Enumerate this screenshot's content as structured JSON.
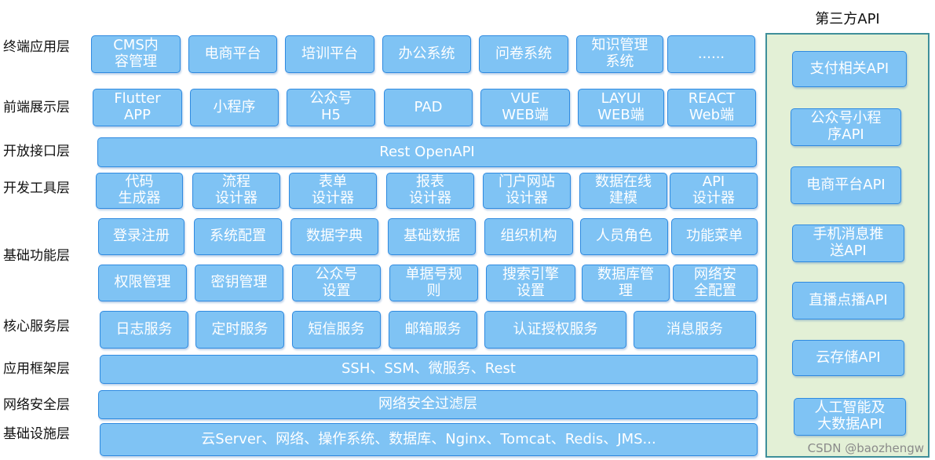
{
  "layers": [
    {
      "label": "终端应用层",
      "boxes": [
        "CMS内\n容管理",
        "电商平台",
        "培训平台",
        "办公系统",
        "问卷系统",
        "知识管理\n系统",
        "......"
      ]
    },
    {
      "label": "前端展示层",
      "boxes": [
        "Flutter\nAPP",
        "小程序",
        "公众号\nH5",
        "PAD",
        "VUE\nWEB端",
        "LAYUI\nWEB端",
        "REACT\nWeb端"
      ]
    },
    {
      "label": "开放接口层",
      "boxes": [
        "Rest OpenAPI"
      ]
    },
    {
      "label": "开发工具层",
      "boxes": [
        "代码\n生成器",
        "流程\n设计器",
        "表单\n设计器",
        "报表\n设计器",
        "门户网站\n设计器",
        "数据在线\n建模",
        "API\n设计器"
      ]
    },
    {
      "label": "基础功能层",
      "rows": [
        [
          "登录注册",
          "系统配置",
          "数据字典",
          "基础数据",
          "组织机构",
          "人员角色",
          "功能菜单"
        ],
        [
          "权限管理",
          "密钥管理",
          "公众号\n设置",
          "单据号规\n则",
          "搜索引擎\n设置",
          "数据库管\n理",
          "网络安\n全配置"
        ]
      ]
    },
    {
      "label": "核心服务层",
      "boxes": [
        "日志服务",
        "定时服务",
        "短信服务",
        "邮箱服务",
        "认证授权服务",
        "消息服务"
      ]
    },
    {
      "label": "应用框架层",
      "boxes": [
        "SSH、SSM、微服务、Rest"
      ]
    },
    {
      "label": "网络安全层",
      "boxes": [
        "网络安全过滤层"
      ]
    },
    {
      "label": "基础设施层",
      "boxes": [
        "云Server、网络、操作系统、数据库、Nginx、Tomcat、Redis、JMS..."
      ]
    }
  ],
  "third_party": {
    "title": "第三方API",
    "items": [
      "支付相关API",
      "公众号小程\n序API",
      "电商平台API",
      "手机消息推\n送API",
      "直播点播API",
      "云存储API",
      "人工智能及\n大数据API"
    ]
  },
  "watermark": "CSDN @baozhengw",
  "colors": {
    "box_fill": "#7fc3f4",
    "box_border": "#2f8ae0",
    "panel_fill": "#e3f0d6",
    "panel_border": "#3f8f9a"
  }
}
